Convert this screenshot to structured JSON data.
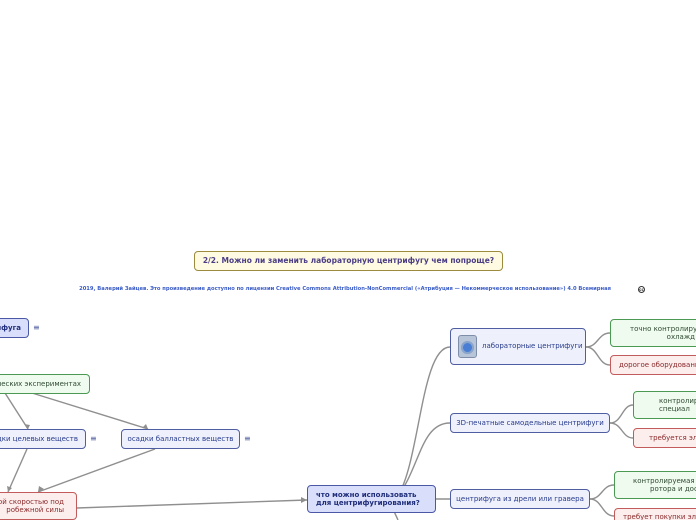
{
  "title": "2/2. Можно ли заменить лабораторную центрифугу чем попроще?",
  "license": "2019, Валерий Зайцев. Это произведение доступно по лицензии Creative Commons Attribution-NonCommercial («Атрибуция — Некоммерческое использование») 4.0 Всемирная",
  "cc_icon": "creative-commons-icon",
  "note_icon_glyph": "≡",
  "nodes": {
    "centrifuge_left": "ифуга",
    "experiments": "ческих экспериментах",
    "target_sediment": "дки целевых веществ",
    "ballast_sediment": "осадки балластных веществ",
    "speed": [
      "ой скоростью под",
      "робежной силы"
    ],
    "what_to_use": [
      "что можно использовать",
      "для центрифугирования?"
    ],
    "lab_centrifuges": "лабораторные центрифуги",
    "printed_3d": "3D-печатные самодельные центрифуги",
    "drill_centrifuge": "центрифуга из дрели или гравера",
    "precise_control": [
      "точно контролиру",
      "охлажд"
    ],
    "expensive": "дорогое оборудовани",
    "control_special": [
      "контролир",
      "специал"
    ],
    "requires_el": "требуется эл",
    "controllable_rotor": [
      "контролируемая с",
      "ротора и дос"
    ],
    "requires_purchase": "требует покупки эл"
  }
}
